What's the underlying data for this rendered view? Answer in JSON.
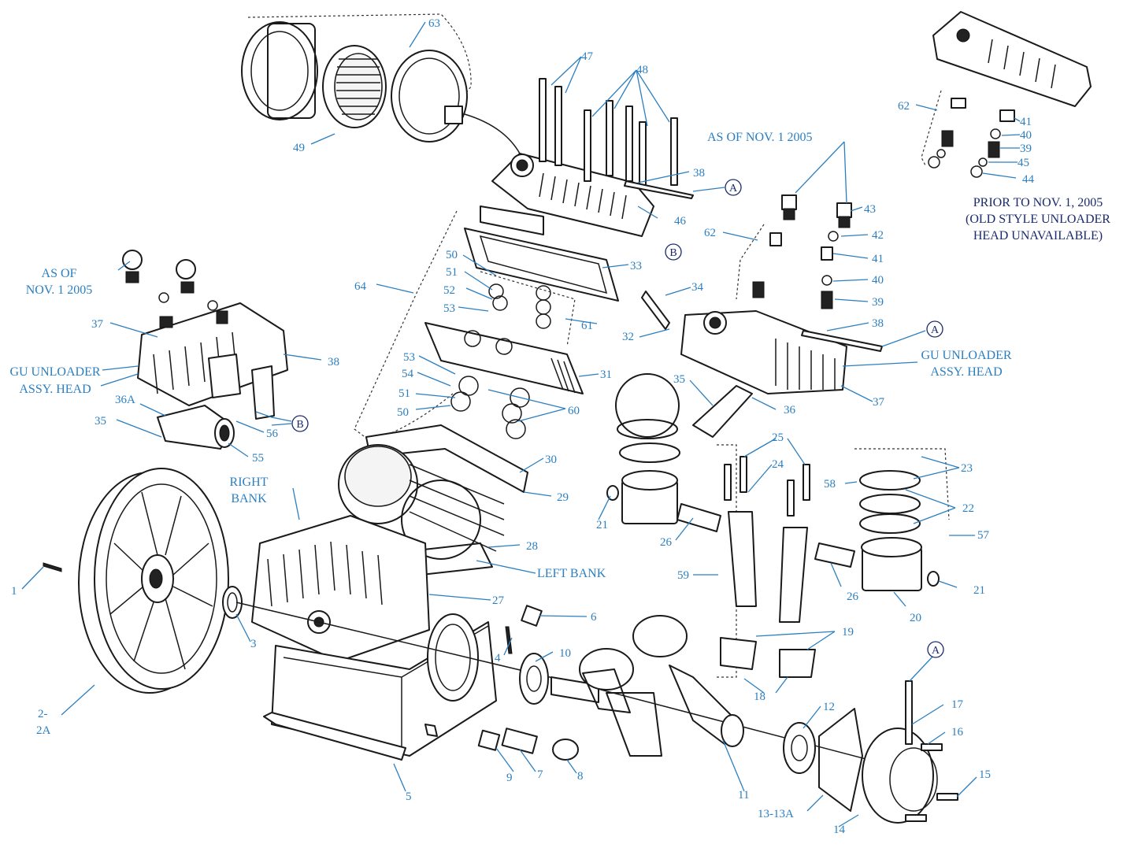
{
  "notes": {
    "as_of_top": "AS OF NOV. 1 2005",
    "as_of_left_1": "AS OF",
    "as_of_left_2": "NOV. 1 2005",
    "prior_1": "PRIOR TO NOV. 1, 2005",
    "prior_2": "(OLD STYLE UNLOADER",
    "prior_3": "HEAD UNAVAILABLE)",
    "gu_right_1": "GU UNLOADER",
    "gu_right_2": "ASSY. HEAD",
    "gu_left_1": "GU UNLOADER",
    "gu_left_2": "ASSY. HEAD",
    "right_bank_1": "RIGHT",
    "right_bank_2": "BANK",
    "left_bank": "LEFT BANK"
  },
  "refs": {
    "a": "A",
    "b": "B"
  },
  "labels": [
    {
      "id": "n63",
      "text": "63"
    },
    {
      "id": "n49",
      "text": "49"
    },
    {
      "id": "n47",
      "text": "47"
    },
    {
      "id": "n48",
      "text": "48"
    },
    {
      "id": "n38a",
      "text": "38"
    },
    {
      "id": "n46",
      "text": "46"
    },
    {
      "id": "n64",
      "text": "64"
    },
    {
      "id": "n50a",
      "text": "50"
    },
    {
      "id": "n51a",
      "text": "51"
    },
    {
      "id": "n52",
      "text": "52"
    },
    {
      "id": "n53a",
      "text": "53"
    },
    {
      "id": "n33",
      "text": "33"
    },
    {
      "id": "n61",
      "text": "61"
    },
    {
      "id": "n31",
      "text": "31"
    },
    {
      "id": "n53b",
      "text": "53"
    },
    {
      "id": "n54",
      "text": "54"
    },
    {
      "id": "n51b",
      "text": "51"
    },
    {
      "id": "n50b",
      "text": "50"
    },
    {
      "id": "n60",
      "text": "60"
    },
    {
      "id": "n30",
      "text": "30"
    },
    {
      "id": "n29",
      "text": "29"
    },
    {
      "id": "n28",
      "text": "28"
    },
    {
      "id": "n27",
      "text": "27"
    },
    {
      "id": "n37a",
      "text": "37"
    },
    {
      "id": "n38b",
      "text": "38"
    },
    {
      "id": "n36A",
      "text": "36A"
    },
    {
      "id": "n35a",
      "text": "35"
    },
    {
      "id": "n56",
      "text": "56"
    },
    {
      "id": "n55",
      "text": "55"
    },
    {
      "id": "n1",
      "text": "1"
    },
    {
      "id": "n3",
      "text": "3"
    },
    {
      "id": "n2",
      "text": "2-"
    },
    {
      "id": "n2A",
      "text": "2A"
    },
    {
      "id": "n5",
      "text": "5"
    },
    {
      "id": "n4",
      "text": "4"
    },
    {
      "id": "n6",
      "text": "6"
    },
    {
      "id": "n10",
      "text": "10"
    },
    {
      "id": "n9",
      "text": "9"
    },
    {
      "id": "n7",
      "text": "7"
    },
    {
      "id": "n8",
      "text": "8"
    },
    {
      "id": "n11",
      "text": "11"
    },
    {
      "id": "n12",
      "text": "12"
    },
    {
      "id": "n1313A",
      "text": "13-13A"
    },
    {
      "id": "n14",
      "text": "14"
    },
    {
      "id": "n15",
      "text": "15"
    },
    {
      "id": "n16",
      "text": "16"
    },
    {
      "id": "n17",
      "text": "17"
    },
    {
      "id": "n18",
      "text": "18"
    },
    {
      "id": "n19",
      "text": "19"
    },
    {
      "id": "n59",
      "text": "59"
    },
    {
      "id": "n20",
      "text": "20"
    },
    {
      "id": "n21a",
      "text": "21"
    },
    {
      "id": "n21b",
      "text": "21"
    },
    {
      "id": "n26a",
      "text": "26"
    },
    {
      "id": "n26b",
      "text": "26"
    },
    {
      "id": "n25",
      "text": "25"
    },
    {
      "id": "n24",
      "text": "24"
    },
    {
      "id": "n58",
      "text": "58"
    },
    {
      "id": "n23",
      "text": "23"
    },
    {
      "id": "n22",
      "text": "22"
    },
    {
      "id": "n57",
      "text": "57"
    },
    {
      "id": "n35b",
      "text": "35"
    },
    {
      "id": "n36",
      "text": "36"
    },
    {
      "id": "n37b",
      "text": "37"
    },
    {
      "id": "n32",
      "text": "32"
    },
    {
      "id": "n34",
      "text": "34"
    },
    {
      "id": "n62a",
      "text": "62"
    },
    {
      "id": "n43",
      "text": "43"
    },
    {
      "id": "n42",
      "text": "42"
    },
    {
      "id": "n41a",
      "text": "41"
    },
    {
      "id": "n40a",
      "text": "40"
    },
    {
      "id": "n39a",
      "text": "39"
    },
    {
      "id": "n38c",
      "text": "38"
    },
    {
      "id": "n62b",
      "text": "62"
    },
    {
      "id": "n41b",
      "text": "41"
    },
    {
      "id": "n40b",
      "text": "40"
    },
    {
      "id": "n39b",
      "text": "39"
    },
    {
      "id": "n45",
      "text": "45"
    },
    {
      "id": "n44",
      "text": "44"
    }
  ]
}
